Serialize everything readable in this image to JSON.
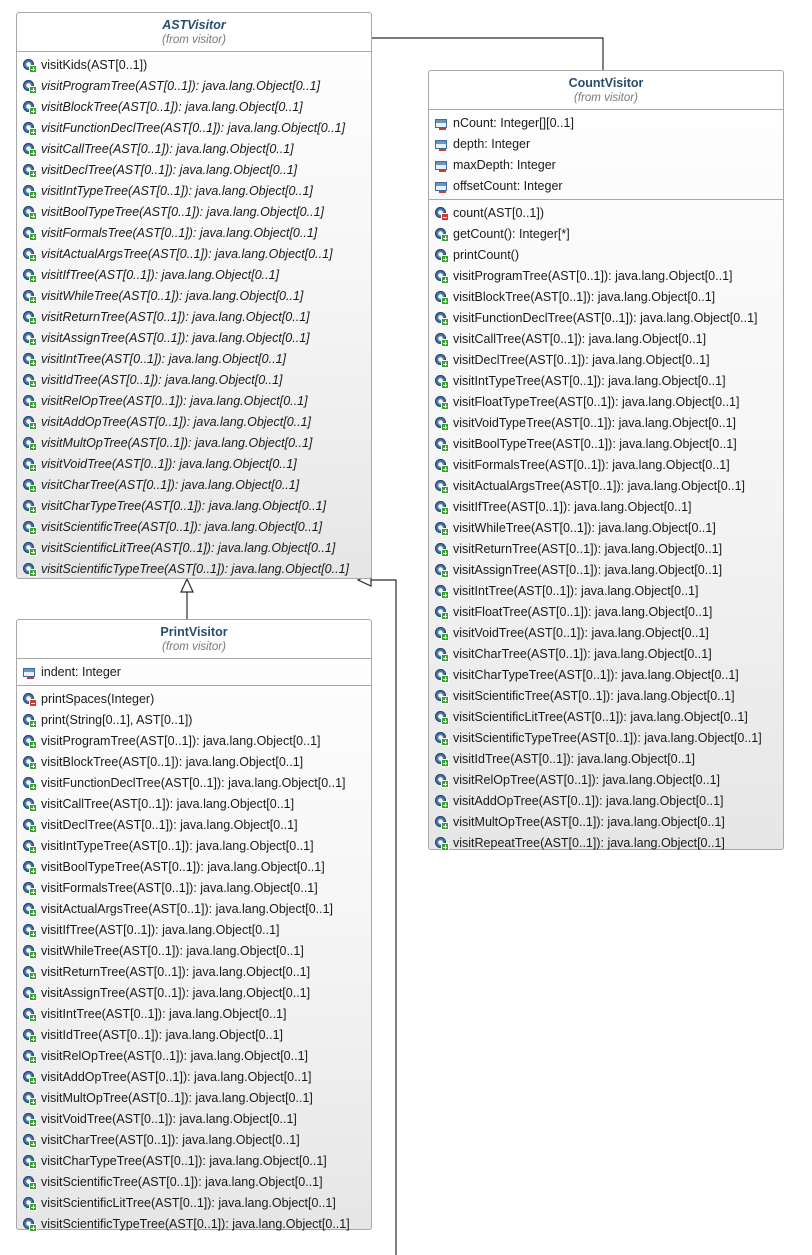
{
  "ast_visitor": {
    "name": "ASTVisitor",
    "from": "(from visitor)",
    "operations": [
      {
        "text": "visitKids(AST[0..1])",
        "abstract": false
      },
      {
        "text": "visitProgramTree(AST[0..1]): java.lang.Object[0..1]",
        "abstract": true
      },
      {
        "text": "visitBlockTree(AST[0..1]): java.lang.Object[0..1]",
        "abstract": true
      },
      {
        "text": "visitFunctionDeclTree(AST[0..1]): java.lang.Object[0..1]",
        "abstract": true
      },
      {
        "text": "visitCallTree(AST[0..1]): java.lang.Object[0..1]",
        "abstract": true
      },
      {
        "text": "visitDeclTree(AST[0..1]): java.lang.Object[0..1]",
        "abstract": true
      },
      {
        "text": "visitIntTypeTree(AST[0..1]): java.lang.Object[0..1]",
        "abstract": true
      },
      {
        "text": "visitBoolTypeTree(AST[0..1]): java.lang.Object[0..1]",
        "abstract": true
      },
      {
        "text": "visitFormalsTree(AST[0..1]): java.lang.Object[0..1]",
        "abstract": true
      },
      {
        "text": "visitActualArgsTree(AST[0..1]): java.lang.Object[0..1]",
        "abstract": true
      },
      {
        "text": "visitIfTree(AST[0..1]): java.lang.Object[0..1]",
        "abstract": true
      },
      {
        "text": "visitWhileTree(AST[0..1]): java.lang.Object[0..1]",
        "abstract": true
      },
      {
        "text": "visitReturnTree(AST[0..1]): java.lang.Object[0..1]",
        "abstract": true
      },
      {
        "text": "visitAssignTree(AST[0..1]): java.lang.Object[0..1]",
        "abstract": true
      },
      {
        "text": "visitIntTree(AST[0..1]): java.lang.Object[0..1]",
        "abstract": true
      },
      {
        "text": "visitIdTree(AST[0..1]): java.lang.Object[0..1]",
        "abstract": true
      },
      {
        "text": "visitRelOpTree(AST[0..1]): java.lang.Object[0..1]",
        "abstract": true
      },
      {
        "text": "visitAddOpTree(AST[0..1]): java.lang.Object[0..1]",
        "abstract": true
      },
      {
        "text": "visitMultOpTree(AST[0..1]): java.lang.Object[0..1]",
        "abstract": true
      },
      {
        "text": "visitVoidTree(AST[0..1]): java.lang.Object[0..1]",
        "abstract": true
      },
      {
        "text": "visitCharTree(AST[0..1]): java.lang.Object[0..1]",
        "abstract": true
      },
      {
        "text": "visitCharTypeTree(AST[0..1]): java.lang.Object[0..1]",
        "abstract": true
      },
      {
        "text": "visitScientificTree(AST[0..1]): java.lang.Object[0..1]",
        "abstract": true
      },
      {
        "text": "visitScientificLitTree(AST[0..1]): java.lang.Object[0..1]",
        "abstract": true
      },
      {
        "text": "visitScientificTypeTree(AST[0..1]): java.lang.Object[0..1]",
        "abstract": true
      }
    ]
  },
  "count_visitor": {
    "name": "CountVisitor",
    "from": "(from visitor)",
    "attributes": [
      "nCount: Integer[][0..1]",
      "depth: Integer",
      "maxDepth: Integer",
      "offsetCount: Integer"
    ],
    "operations": [
      {
        "text": "count(AST[0..1])",
        "private": true
      },
      {
        "text": "getCount(): Integer[*]",
        "private": false
      },
      {
        "text": "printCount()",
        "private": false
      },
      {
        "text": "visitProgramTree(AST[0..1]): java.lang.Object[0..1]",
        "private": false
      },
      {
        "text": "visitBlockTree(AST[0..1]): java.lang.Object[0..1]",
        "private": false
      },
      {
        "text": "visitFunctionDeclTree(AST[0..1]): java.lang.Object[0..1]",
        "private": false
      },
      {
        "text": "visitCallTree(AST[0..1]): java.lang.Object[0..1]",
        "private": false
      },
      {
        "text": "visitDeclTree(AST[0..1]): java.lang.Object[0..1]",
        "private": false
      },
      {
        "text": "visitIntTypeTree(AST[0..1]): java.lang.Object[0..1]",
        "private": false
      },
      {
        "text": "visitFloatTypeTree(AST[0..1]): java.lang.Object[0..1]",
        "private": false
      },
      {
        "text": "visitVoidTypeTree(AST[0..1]): java.lang.Object[0..1]",
        "private": false
      },
      {
        "text": "visitBoolTypeTree(AST[0..1]): java.lang.Object[0..1]",
        "private": false
      },
      {
        "text": "visitFormalsTree(AST[0..1]): java.lang.Object[0..1]",
        "private": false
      },
      {
        "text": "visitActualArgsTree(AST[0..1]): java.lang.Object[0..1]",
        "private": false
      },
      {
        "text": "visitIfTree(AST[0..1]): java.lang.Object[0..1]",
        "private": false
      },
      {
        "text": "visitWhileTree(AST[0..1]): java.lang.Object[0..1]",
        "private": false
      },
      {
        "text": "visitReturnTree(AST[0..1]): java.lang.Object[0..1]",
        "private": false
      },
      {
        "text": "visitAssignTree(AST[0..1]): java.lang.Object[0..1]",
        "private": false
      },
      {
        "text": "visitIntTree(AST[0..1]): java.lang.Object[0..1]",
        "private": false
      },
      {
        "text": "visitFloatTree(AST[0..1]): java.lang.Object[0..1]",
        "private": false
      },
      {
        "text": "visitVoidTree(AST[0..1]): java.lang.Object[0..1]",
        "private": false
      },
      {
        "text": "visitCharTree(AST[0..1]): java.lang.Object[0..1]",
        "private": false
      },
      {
        "text": "visitCharTypeTree(AST[0..1]): java.lang.Object[0..1]",
        "private": false
      },
      {
        "text": "visitScientificTree(AST[0..1]): java.lang.Object[0..1]",
        "private": false
      },
      {
        "text": "visitScientificLitTree(AST[0..1]): java.lang.Object[0..1]",
        "private": false
      },
      {
        "text": "visitScientificTypeTree(AST[0..1]): java.lang.Object[0..1]",
        "private": false
      },
      {
        "text": "visitIdTree(AST[0..1]): java.lang.Object[0..1]",
        "private": false
      },
      {
        "text": "visitRelOpTree(AST[0..1]): java.lang.Object[0..1]",
        "private": false
      },
      {
        "text": "visitAddOpTree(AST[0..1]): java.lang.Object[0..1]",
        "private": false
      },
      {
        "text": "visitMultOpTree(AST[0..1]): java.lang.Object[0..1]",
        "private": false
      },
      {
        "text": "visitRepeatTree(AST[0..1]): java.lang.Object[0..1]",
        "private": false
      }
    ]
  },
  "print_visitor": {
    "name": "PrintVisitor",
    "from": "(from visitor)",
    "attributes": [
      "indent: Integer"
    ],
    "operations": [
      {
        "text": "printSpaces(Integer)",
        "private": true
      },
      {
        "text": "print(String[0..1], AST[0..1])",
        "private": false
      },
      {
        "text": "visitProgramTree(AST[0..1]): java.lang.Object[0..1]",
        "private": false
      },
      {
        "text": "visitBlockTree(AST[0..1]): java.lang.Object[0..1]",
        "private": false
      },
      {
        "text": "visitFunctionDeclTree(AST[0..1]): java.lang.Object[0..1]",
        "private": false
      },
      {
        "text": "visitCallTree(AST[0..1]): java.lang.Object[0..1]",
        "private": false
      },
      {
        "text": "visitDeclTree(AST[0..1]): java.lang.Object[0..1]",
        "private": false
      },
      {
        "text": "visitIntTypeTree(AST[0..1]): java.lang.Object[0..1]",
        "private": false
      },
      {
        "text": "visitBoolTypeTree(AST[0..1]): java.lang.Object[0..1]",
        "private": false
      },
      {
        "text": "visitFormalsTree(AST[0..1]): java.lang.Object[0..1]",
        "private": false
      },
      {
        "text": "visitActualArgsTree(AST[0..1]): java.lang.Object[0..1]",
        "private": false
      },
      {
        "text": "visitIfTree(AST[0..1]): java.lang.Object[0..1]",
        "private": false
      },
      {
        "text": "visitWhileTree(AST[0..1]): java.lang.Object[0..1]",
        "private": false
      },
      {
        "text": "visitReturnTree(AST[0..1]): java.lang.Object[0..1]",
        "private": false
      },
      {
        "text": "visitAssignTree(AST[0..1]): java.lang.Object[0..1]",
        "private": false
      },
      {
        "text": "visitIntTree(AST[0..1]): java.lang.Object[0..1]",
        "private": false
      },
      {
        "text": "visitIdTree(AST[0..1]): java.lang.Object[0..1]",
        "private": false
      },
      {
        "text": "visitRelOpTree(AST[0..1]): java.lang.Object[0..1]",
        "private": false
      },
      {
        "text": "visitAddOpTree(AST[0..1]): java.lang.Object[0..1]",
        "private": false
      },
      {
        "text": "visitMultOpTree(AST[0..1]): java.lang.Object[0..1]",
        "private": false
      },
      {
        "text": "visitVoidTree(AST[0..1]): java.lang.Object[0..1]",
        "private": false
      },
      {
        "text": "visitCharTree(AST[0..1]): java.lang.Object[0..1]",
        "private": false
      },
      {
        "text": "visitCharTypeTree(AST[0..1]): java.lang.Object[0..1]",
        "private": false
      },
      {
        "text": "visitScientificTree(AST[0..1]): java.lang.Object[0..1]",
        "private": false
      },
      {
        "text": "visitScientificLitTree(AST[0..1]): java.lang.Object[0..1]",
        "private": false
      },
      {
        "text": "visitScientificTypeTree(AST[0..1]): java.lang.Object[0..1]",
        "private": false
      }
    ]
  }
}
